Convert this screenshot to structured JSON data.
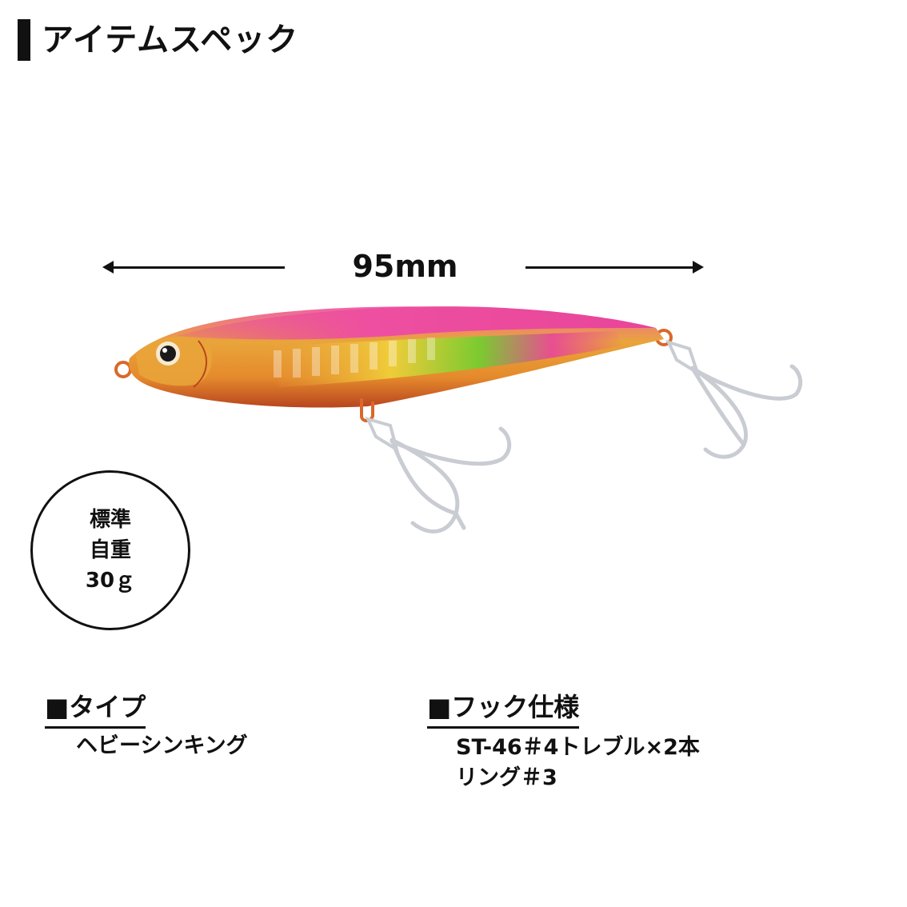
{
  "header": {
    "title": "アイテムスペック"
  },
  "dimension": {
    "length_label": "95mm"
  },
  "weight": {
    "line1": "標準",
    "line2": "自重",
    "line3": "30ｇ"
  },
  "specs": {
    "type": {
      "heading": "■タイプ",
      "value": "ヘビーシンキング"
    },
    "hook": {
      "heading": "■フック仕様",
      "value_line1": "ST-46＃4トレブル×2本",
      "value_line2": "リング＃3"
    }
  },
  "colors": {
    "text": "#111111",
    "lure_pink": "#e8459a",
    "lure_gold": "#e9a53a",
    "lure_green": "#6fcf2f",
    "lure_orange": "#d9682a",
    "hook_silver": "#c9ccd2"
  }
}
